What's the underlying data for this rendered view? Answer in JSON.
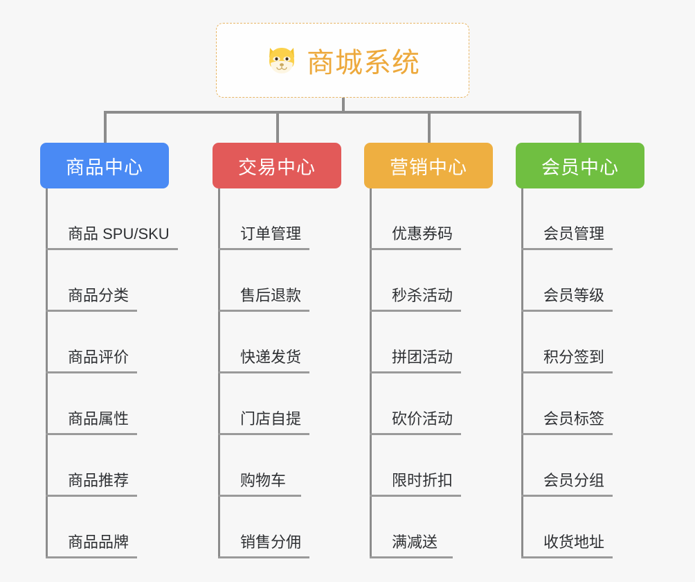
{
  "diagram": {
    "title": "商城系统",
    "type": "mindmap",
    "background_color": "#f7f7f7",
    "root": {
      "label": "商城系统",
      "icon": "shiba-inu-emoji",
      "border_color": "#e8b563",
      "text_color": "#eda93c",
      "background_color": "#fefefe"
    },
    "connector_color": "#8c8c8c",
    "leaf_text_color": "#2e3033",
    "leaf_underline_color": "#9a9a9a",
    "branches": [
      {
        "label": "商品中心",
        "color": "#4a8af4",
        "items": [
          "商品 SPU/SKU",
          "商品分类",
          "商品评价",
          "商品属性",
          "商品推荐",
          "商品品牌"
        ]
      },
      {
        "label": "交易中心",
        "color": "#e25a59",
        "items": [
          "订单管理",
          "售后退款",
          "快递发货",
          "门店自提",
          "购物车",
          "销售分佣"
        ]
      },
      {
        "label": "营销中心",
        "color": "#eeaf41",
        "items": [
          "优惠券码",
          "秒杀活动",
          "拼团活动",
          "砍价活动",
          "限时折扣",
          "满减送"
        ]
      },
      {
        "label": "会员中心",
        "color": "#70bf41",
        "items": [
          "会员管理",
          "会员等级",
          "积分签到",
          "会员标签",
          "会员分组",
          "收货地址"
        ]
      }
    ]
  }
}
